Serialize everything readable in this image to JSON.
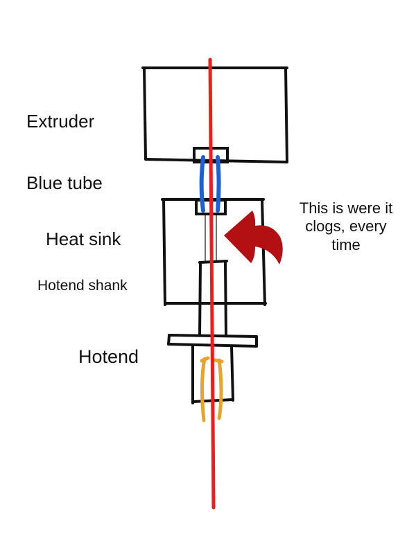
{
  "labels": {
    "extruder": "Extruder",
    "blue_tube": "Blue tube",
    "heat_sink": "Heat sink",
    "hotend_shank": "Hotend shank",
    "hotend": "Hotend"
  },
  "annotation": {
    "lines": [
      "This is were it",
      "clogs, every",
      "time"
    ]
  },
  "colors": {
    "outline": "#111111",
    "filament": "#ee1c1c",
    "blue_tube": "#1f5fd6",
    "hotend_insert": "#e8a42e",
    "arrow": "#b21012",
    "background": "#ffffff"
  }
}
